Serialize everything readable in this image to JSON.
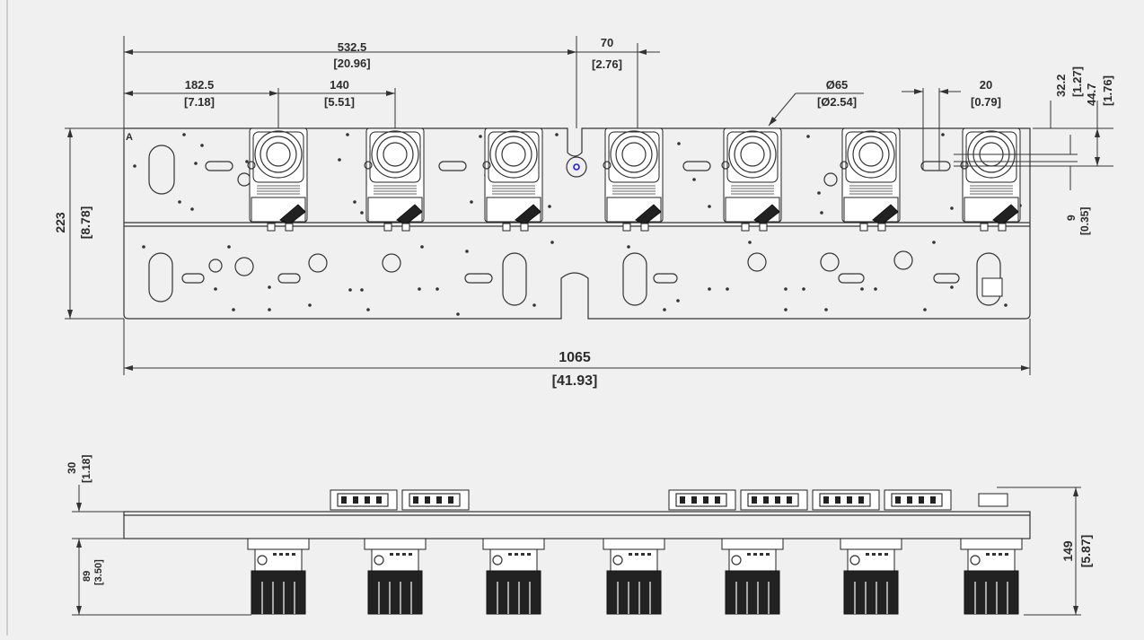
{
  "drawing": {
    "frame_color": "#cfcfcf",
    "line_color": "#333333",
    "highlight_color": "#1a1aff",
    "top_view": {
      "dims": {
        "overall_length": {
          "mm": "1065",
          "in": "[41.93]"
        },
        "height": {
          "mm": "223",
          "in": "[8.78]"
        },
        "center_offset": {
          "mm": "532.5",
          "in": "[20.96]"
        },
        "first_offset": {
          "mm": "182.5",
          "in": "[7.18]"
        },
        "pitch": {
          "mm": "140",
          "in": "[5.51]"
        },
        "slot_offset": {
          "mm": "70",
          "in": "[2.76]"
        },
        "lens_diameter": {
          "mm": "Ø65",
          "in": "[Ø2.54]"
        },
        "right_gap": {
          "mm": "20",
          "in": "[0.79]"
        },
        "right_a": {
          "mm": "32.2",
          "in": "[1.27]"
        },
        "right_b": {
          "mm": "44.7",
          "in": "[1.76]"
        },
        "right_c": {
          "mm": "9",
          "in": "[0.35]"
        }
      },
      "corner_mark": "A",
      "camera_count": 7
    },
    "side_view": {
      "dims": {
        "top_clearance": {
          "mm": "30",
          "in": "[1.18]"
        },
        "bottom_depth": {
          "mm": "89",
          "in": "[3.50]"
        },
        "total_height": {
          "mm": "149",
          "in": "[5.87]"
        }
      }
    }
  }
}
